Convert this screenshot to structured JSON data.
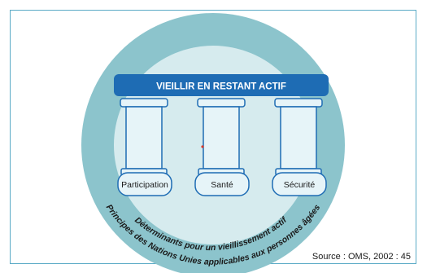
{
  "diagram": {
    "banner": "VIEILLIR EN RESTANT ACTIF",
    "pillars": [
      {
        "label": "Participation"
      },
      {
        "label": "Santé"
      },
      {
        "label": "Sécurité"
      }
    ],
    "inner_ring_text": "Déterminants pour un vieillissement actif",
    "outer_ring_text": "Principes des Nations Unies applicables aux personnes âgées",
    "source": "Source : OMS, 2002 : 45",
    "colors": {
      "frame": "#5aaac6",
      "outer_ring": "#8cc4cc",
      "inner_disc": "#d6ebee",
      "banner": "#1e6cb4",
      "pillar_fill": "#e6f4f8",
      "pillar_stroke": "#1e6cb4",
      "text_dark": "#1a1a1a"
    }
  }
}
